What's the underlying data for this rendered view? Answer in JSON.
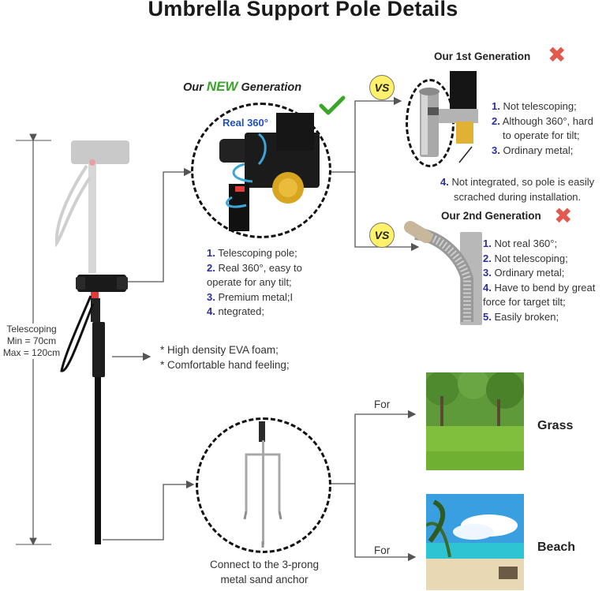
{
  "title": "Umbrella Support Pole Details",
  "new_generation": {
    "prefix": "Our ",
    "highlight": "NEW",
    "suffix": " Generation",
    "badge": "Real 360°"
  },
  "new_features": [
    {
      "num": "1.",
      "text": " Telescoping pole;"
    },
    {
      "num": "2.",
      "text": " Real 360°, easy to"
    },
    {
      "num": "",
      "text": "operate for any tilt;"
    },
    {
      "num": "3.",
      "text": " Premium metal;I"
    },
    {
      "num": "4.",
      "text": " ntegrated;"
    }
  ],
  "first_generation": {
    "title": "Our 1st Generation",
    "features": [
      {
        "num": "1.",
        "text": " Not telescoping;"
      },
      {
        "num": "2.",
        "text": " Although 360°, hard"
      },
      {
        "num": "",
        "text": "to operate for tilt;"
      },
      {
        "num": "3.",
        "text": " Ordinary metal;"
      }
    ],
    "note_num": "4.",
    "note_line1": " Not integrated, so pole is easily",
    "note_line2": "scrached during installation."
  },
  "second_generation": {
    "title": "Our 2nd Generation",
    "features": [
      {
        "num": "1.",
        "text": " Not real 360°;"
      },
      {
        "num": "2.",
        "text": " Not telescoping;"
      },
      {
        "num": "3.",
        "text": " Ordinary metal;"
      },
      {
        "num": "4.",
        "text": " Have to bend by great"
      },
      {
        "num": "",
        "text": "force for target tilt;"
      },
      {
        "num": "5.",
        "text": " Easily broken;"
      }
    ]
  },
  "vs_label": "VS",
  "telescoping": {
    "line1": "Telescoping",
    "line2": "Min = 70cm",
    "line3": "Max = 120cm"
  },
  "foam_notes": [
    "* High density EVA foam;",
    "* Comfortable hand feeling;"
  ],
  "anchor_caption": {
    "line1": "Connect to the 3-prong",
    "line2": "metal sand anchor"
  },
  "for_label": "For",
  "uses": [
    {
      "label": "Grass"
    },
    {
      "label": "Beach"
    }
  ],
  "colors": {
    "accent_number": "#2a2fa0",
    "new_green": "#3aa629",
    "x_red": "#e25a4d",
    "vs_yellow": "#fff16a"
  }
}
